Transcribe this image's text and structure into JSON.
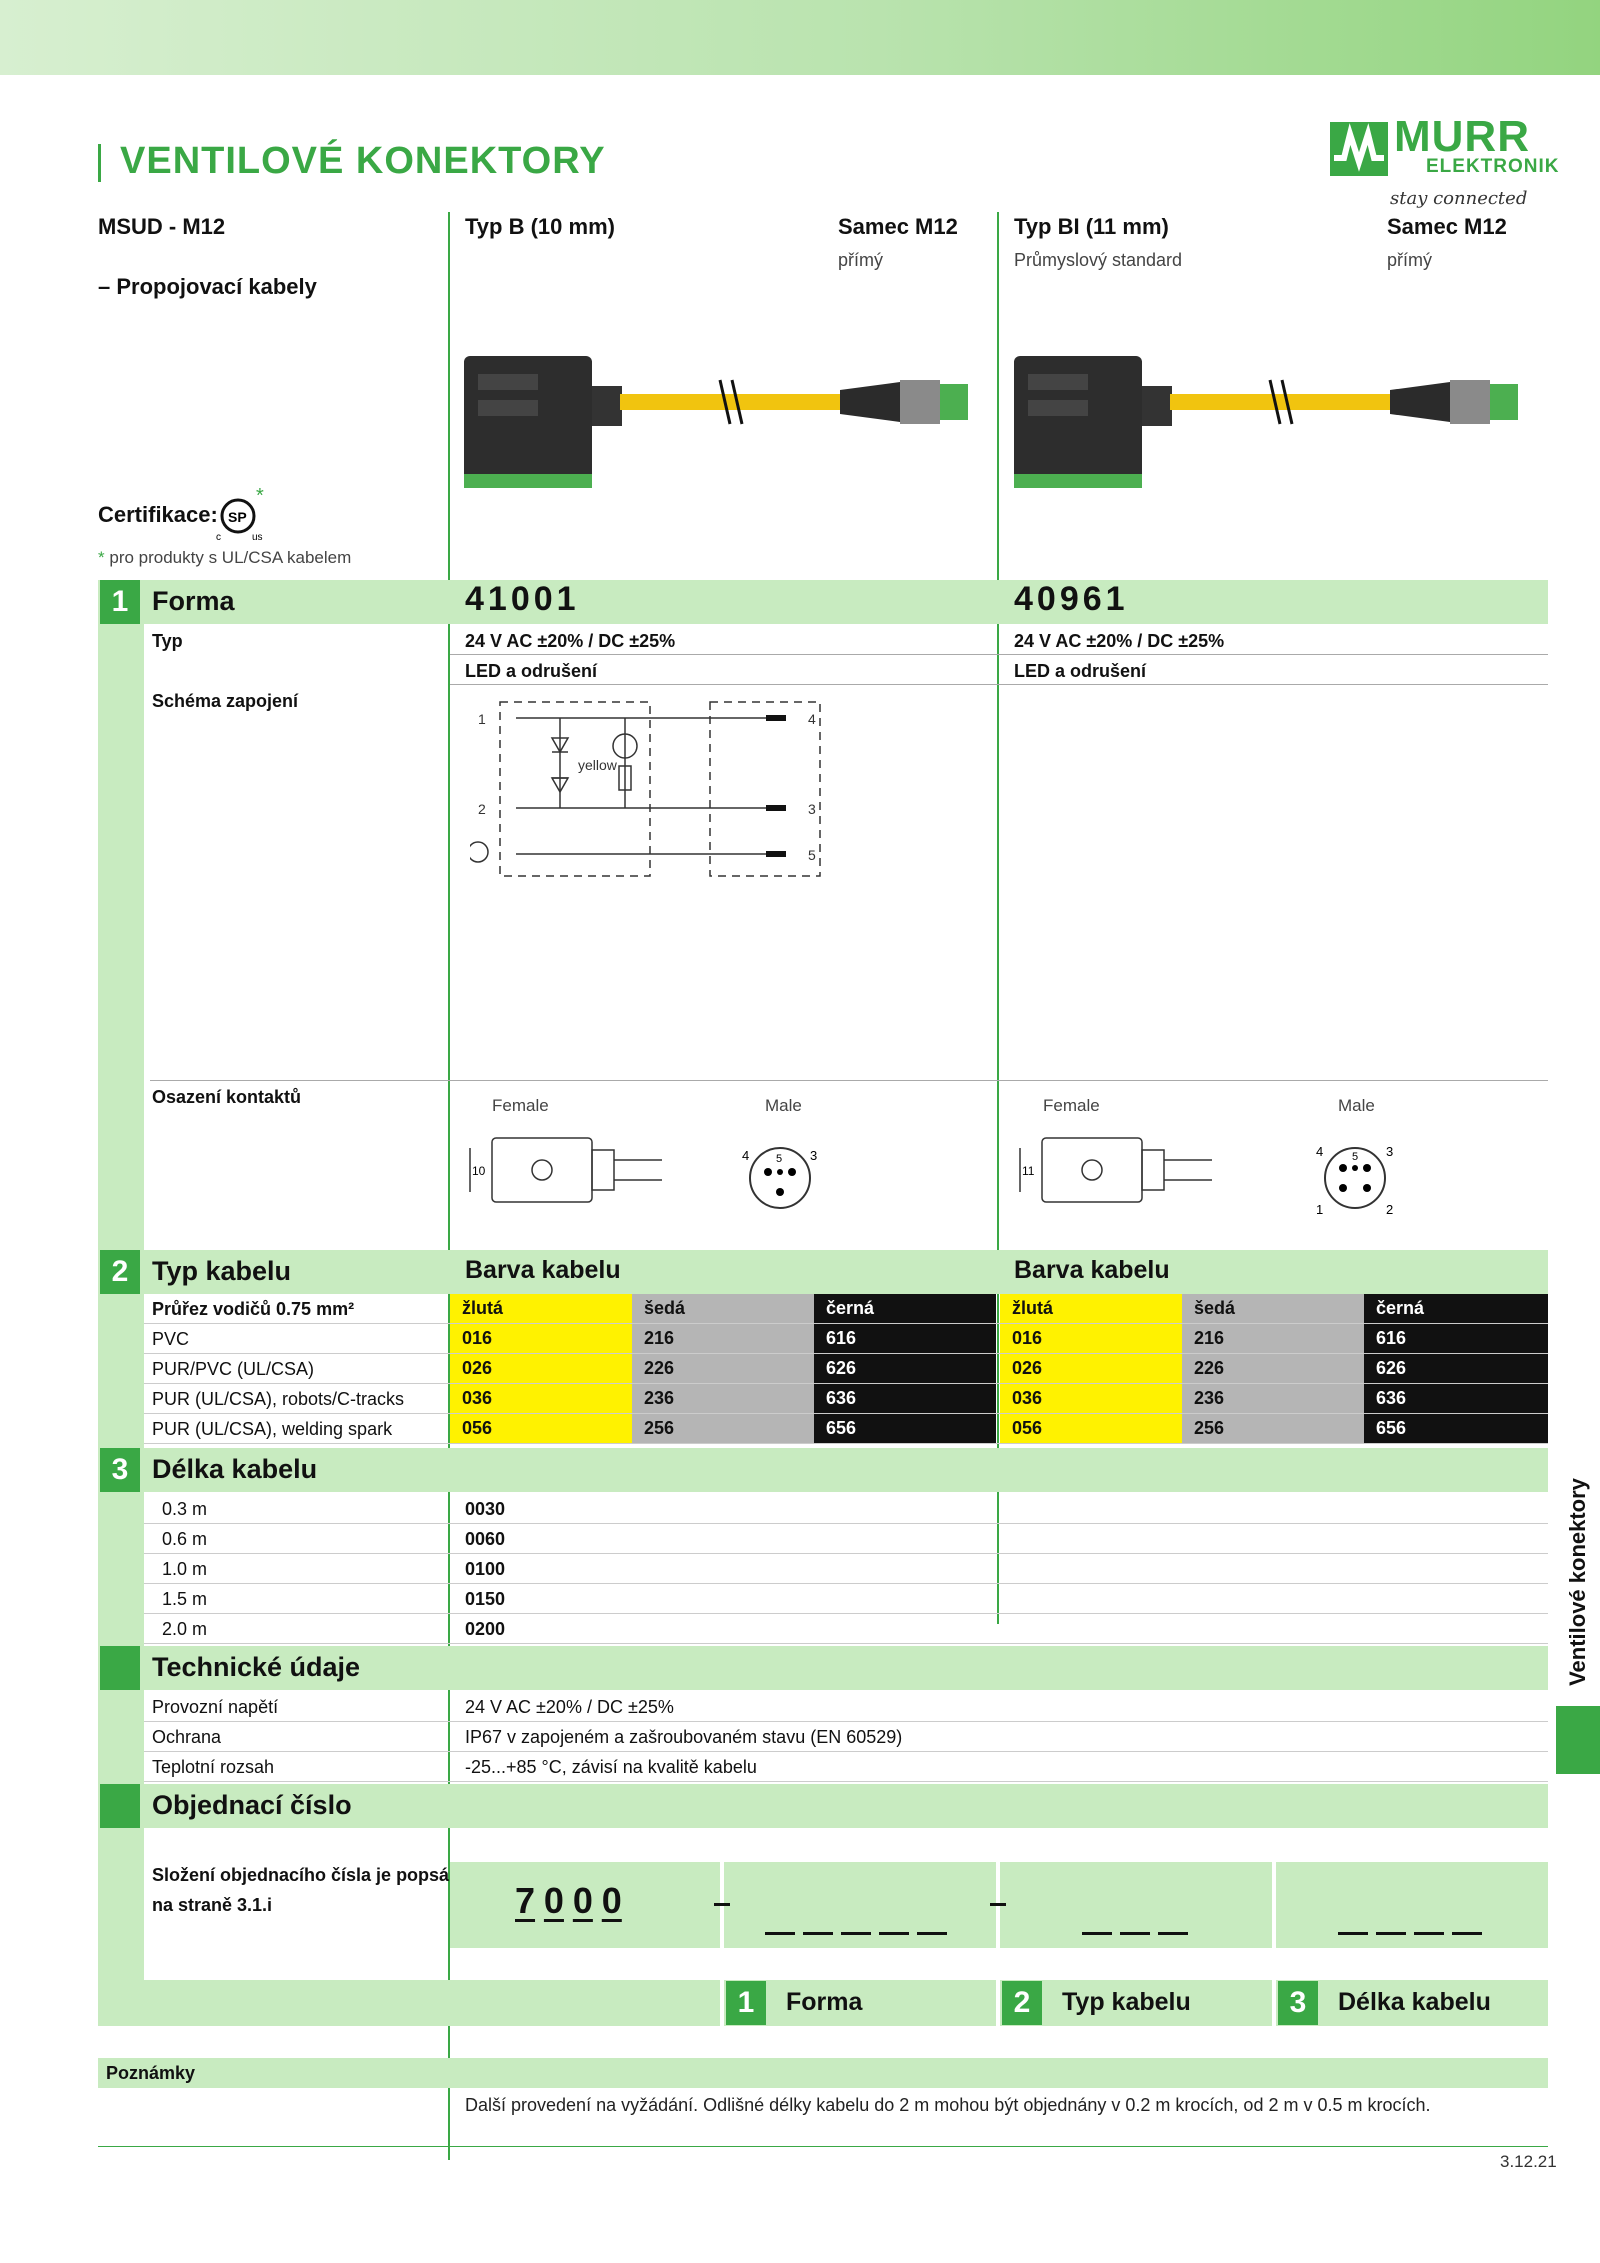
{
  "header": {
    "title": "VENTILOVÉ KONEKTORY",
    "logo_text_1": "MURR",
    "logo_text_2": "ELEKTRONIK",
    "tagline": "stay connected"
  },
  "product": {
    "family": "MSUD - M12",
    "subtitle": "– Propojovací kabely",
    "cert_label": "Certifikace:",
    "cert_note": "pro produkty s UL/CSA kabelem"
  },
  "columns": [
    {
      "type": "Typ B (10 mm)",
      "type_sub": "",
      "connector": "Samec M12",
      "connector_sub": "přímý",
      "part_no": "41001",
      "spec": "24 V AC ±20% / DC ±25%",
      "feature": "LED a odrušení"
    },
    {
      "type": "Typ BI (11 mm)",
      "type_sub": "Průmyslový standard",
      "connector": "Samec M12",
      "connector_sub": "přímý",
      "part_no": "40961",
      "spec": "24 V AC ±20% / DC ±25%",
      "feature": "LED a odrušení"
    }
  ],
  "sections": {
    "forma": {
      "num": "1",
      "label": "Forma",
      "typ_label": "Typ",
      "schema_label": "Schéma zapojení",
      "contacts_label": "Osazení kontaktů",
      "female": "Female",
      "male": "Male",
      "schema_yellow": "yellow"
    },
    "cable": {
      "num": "2",
      "label": "Typ kabelu",
      "color_header": "Barva kabelu",
      "rows": [
        {
          "label": "Průřez vodičů 0.75 mm²",
          "values": [
            "žlutá",
            "šedá",
            "černá"
          ]
        },
        {
          "label": "PVC",
          "values": [
            "016",
            "216",
            "616"
          ]
        },
        {
          "label": "PUR/PVC (UL/CSA)",
          "values": [
            "026",
            "226",
            "626"
          ]
        },
        {
          "label": "PUR (UL/CSA), robots/C-tracks",
          "values": [
            "036",
            "236",
            "636"
          ]
        },
        {
          "label": "PUR (UL/CSA), welding spark",
          "values": [
            "056",
            "256",
            "656"
          ]
        }
      ]
    },
    "length": {
      "num": "3",
      "label": "Délka kabelu",
      "rows": [
        {
          "label": "0.3 m",
          "value": "0030"
        },
        {
          "label": "0.6 m",
          "value": "0060"
        },
        {
          "label": "1.0 m",
          "value": "0100"
        },
        {
          "label": "1.5 m",
          "value": "0150"
        },
        {
          "label": "2.0 m",
          "value": "0200"
        }
      ]
    },
    "tech": {
      "label": "Technické údaje",
      "rows": [
        {
          "label": "Provozní napětí",
          "value": "24 V AC ±20% / DC ±25%"
        },
        {
          "label": "Ochrana",
          "value": "IP67 v zapojeném a zašroubovaném stavu (EN 60529)"
        },
        {
          "label": "Teplotní rozsah",
          "value": "-25...+85 °C, závisí na kvalitě kabelu"
        }
      ]
    },
    "order": {
      "label": "Objednací číslo",
      "note_1": "Složení objednacího čísla je popsáno",
      "note_2": "na straně 3.1.i",
      "prefix": [
        "7",
        "0",
        "0",
        "0"
      ],
      "parts": [
        {
          "num": "1",
          "label": "Forma"
        },
        {
          "num": "2",
          "label": "Typ kabelu"
        },
        {
          "num": "3",
          "label": "Délka kabelu"
        }
      ]
    },
    "notes": {
      "label": "Poznámky",
      "text": "Další provedení na vyžádání. Odlišné délky kabelu do 2 m mohou být objednány v 0.2 m krocích, od 2 m v 0.5 m krocích."
    }
  },
  "side_tab": "Ventilové konektory",
  "page_number": "3.12.21",
  "colors": {
    "green": "#3aa845",
    "light_green": "#c8ebc0",
    "yellow": "#fff200",
    "grey": "#b5b5b5",
    "black": "#111111"
  }
}
